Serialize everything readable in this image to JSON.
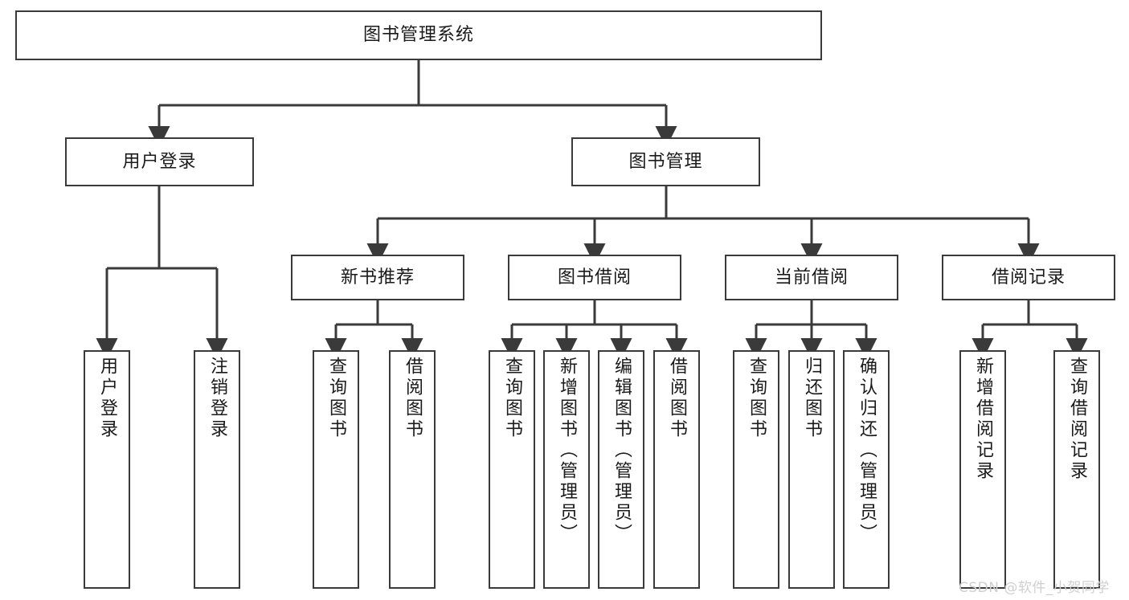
{
  "diagram": {
    "type": "tree",
    "title": "图书管理系统",
    "watermark": "CSDN @软件_小贺同学",
    "colors": {
      "node_border": "#3a3a3a",
      "node_fill": "#ffffff",
      "text": "#1a1a1a",
      "link": "#3a3a3a",
      "watermark": "#cfcfcf",
      "background": "#ffffff"
    },
    "root": {
      "label": "图书管理系统"
    },
    "level2": [
      {
        "label": "用户登录"
      },
      {
        "label": "图书管理"
      }
    ],
    "level3": [
      {
        "label": "新书推荐"
      },
      {
        "label": "图书借阅"
      },
      {
        "label": "当前借阅"
      },
      {
        "label": "借阅记录"
      }
    ],
    "leaves": {
      "user_login": [
        {
          "label": "用户登录"
        },
        {
          "label": "注销登录"
        }
      ],
      "new_book_recommend": [
        {
          "label": "查询图书"
        },
        {
          "label": "借阅图书"
        }
      ],
      "book_borrow": [
        {
          "label": "查询图书"
        },
        {
          "label": "新增图书（管理员）"
        },
        {
          "label": "编辑图书（管理员）"
        },
        {
          "label": "借阅图书"
        }
      ],
      "current_borrow": [
        {
          "label": "查询图书"
        },
        {
          "label": "归还图书"
        },
        {
          "label": "确认归还（管理员）"
        }
      ],
      "borrow_record": [
        {
          "label": "新增借阅记录"
        },
        {
          "label": "查询借阅记录"
        }
      ]
    }
  }
}
